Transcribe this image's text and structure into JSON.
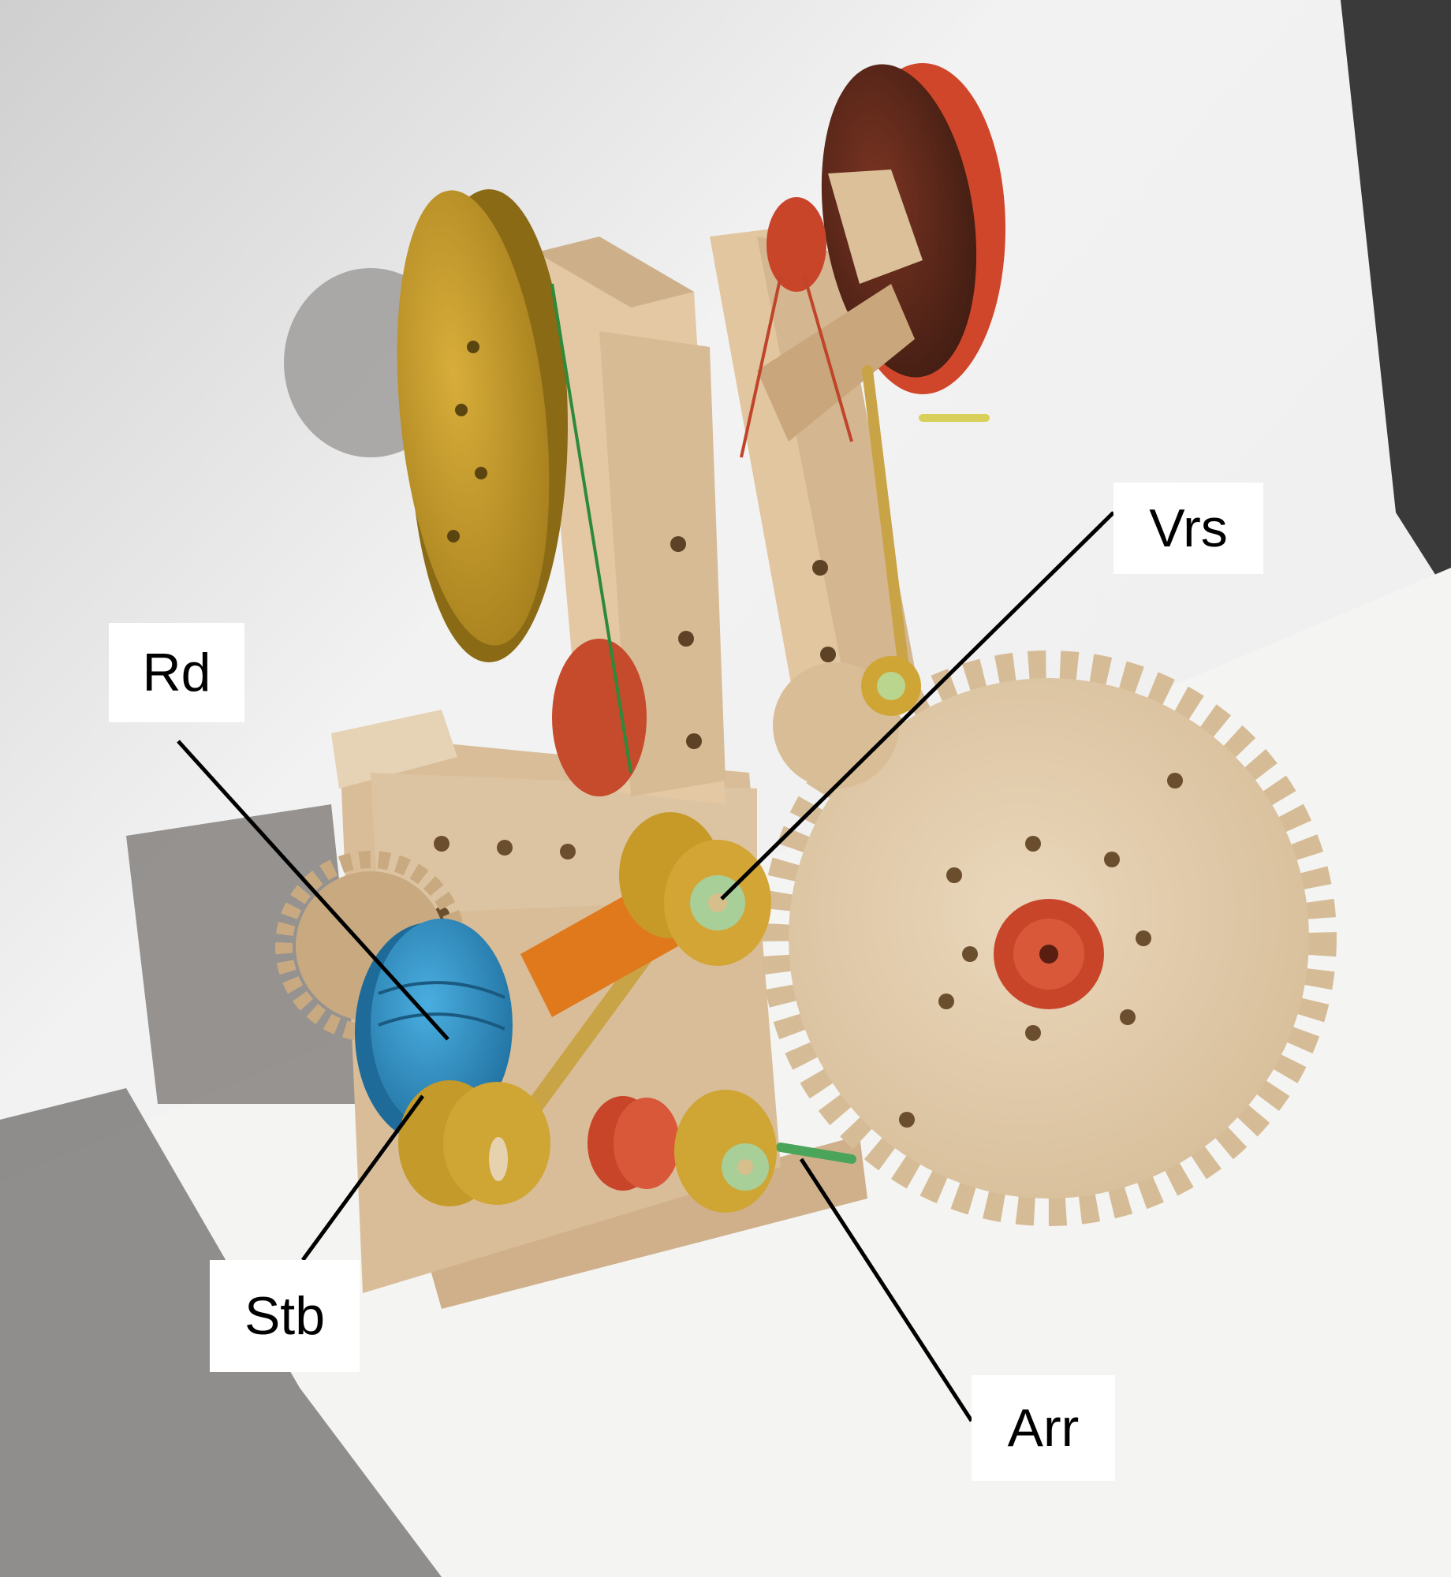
{
  "callouts": {
    "vrs": "Vrs",
    "rd": "Rd",
    "stb": "Stb",
    "arr": "Arr"
  },
  "photo": {
    "subject_colors": {
      "wood_light": "#dcc3a0",
      "wood_mid": "#c9a67b",
      "wheel_yellow": "#c9a02a",
      "wheel_red": "#c8452a",
      "wheel_blue": "#2f8fc4",
      "peg_orange": "#e0781c",
      "washer_green": "#a9cf9a",
      "background_wall": "#ecebea",
      "background_shadow": "#8f8c8a"
    }
  }
}
